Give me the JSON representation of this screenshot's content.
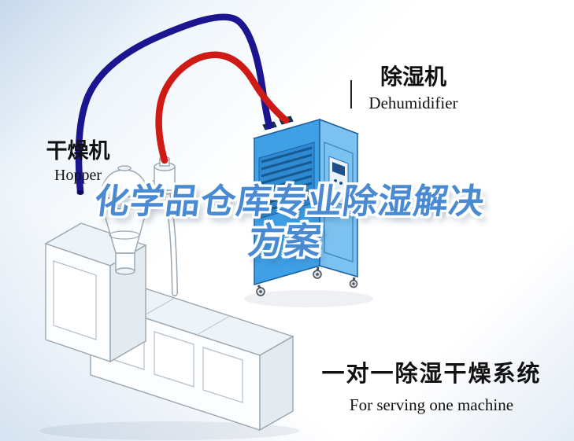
{
  "headline": {
    "line1": "化学品仓库专业除湿解决",
    "line2": "方案"
  },
  "machine_labels": {
    "hopper": {
      "zh": "干燥机",
      "en": "Hopper"
    },
    "dehumidifier": {
      "zh": "除湿机",
      "en": "Dehumidifier"
    }
  },
  "caption": {
    "zh": "一对一除湿干燥系统",
    "en": "For serving one machine"
  },
  "illustration": {
    "parts": [
      "dehumidifier-cabinet",
      "extruder-with-hopper",
      "hopper-dome",
      "vacuum-blower",
      "blue-return-hose",
      "red-supply-hose",
      "dehumidifier-label-leader-line"
    ]
  },
  "colors": {
    "headline_blue": "#4a8ad2",
    "hose_blue": "#1b1690",
    "hose_red": "#cf1b15",
    "cabinet_front": "#3fa0e6",
    "cabinet_side": "#7cc2f0",
    "cabinet_top": "#2b82cc",
    "line_art_stroke": "#9aa6b0",
    "bg_corner_blue": "#c8d9ec"
  }
}
